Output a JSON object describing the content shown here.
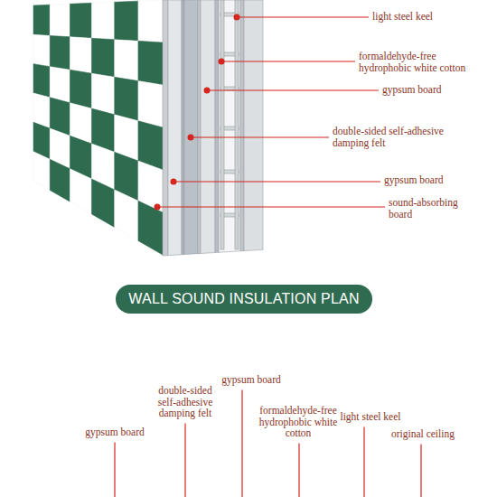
{
  "diagram": {
    "nodes": [
      {
        "text": [
          "WALL SOUND INSULATION PLAN"
        ]
      }
    ],
    "labels": [
      "light steel keel",
      "formaldehyde-free hydrophobic white cotton",
      "gypsum board",
      "double-sided self-adhesive damping felt",
      "gypsum board",
      "sound-absorbing board",
      "gypsum board",
      "double-sided self-adhesive damping felt",
      "gypsum board",
      "formaldehyde-free hydrophobic white cotton",
      "light steel keel",
      "original ceiling"
    ]
  }
}
